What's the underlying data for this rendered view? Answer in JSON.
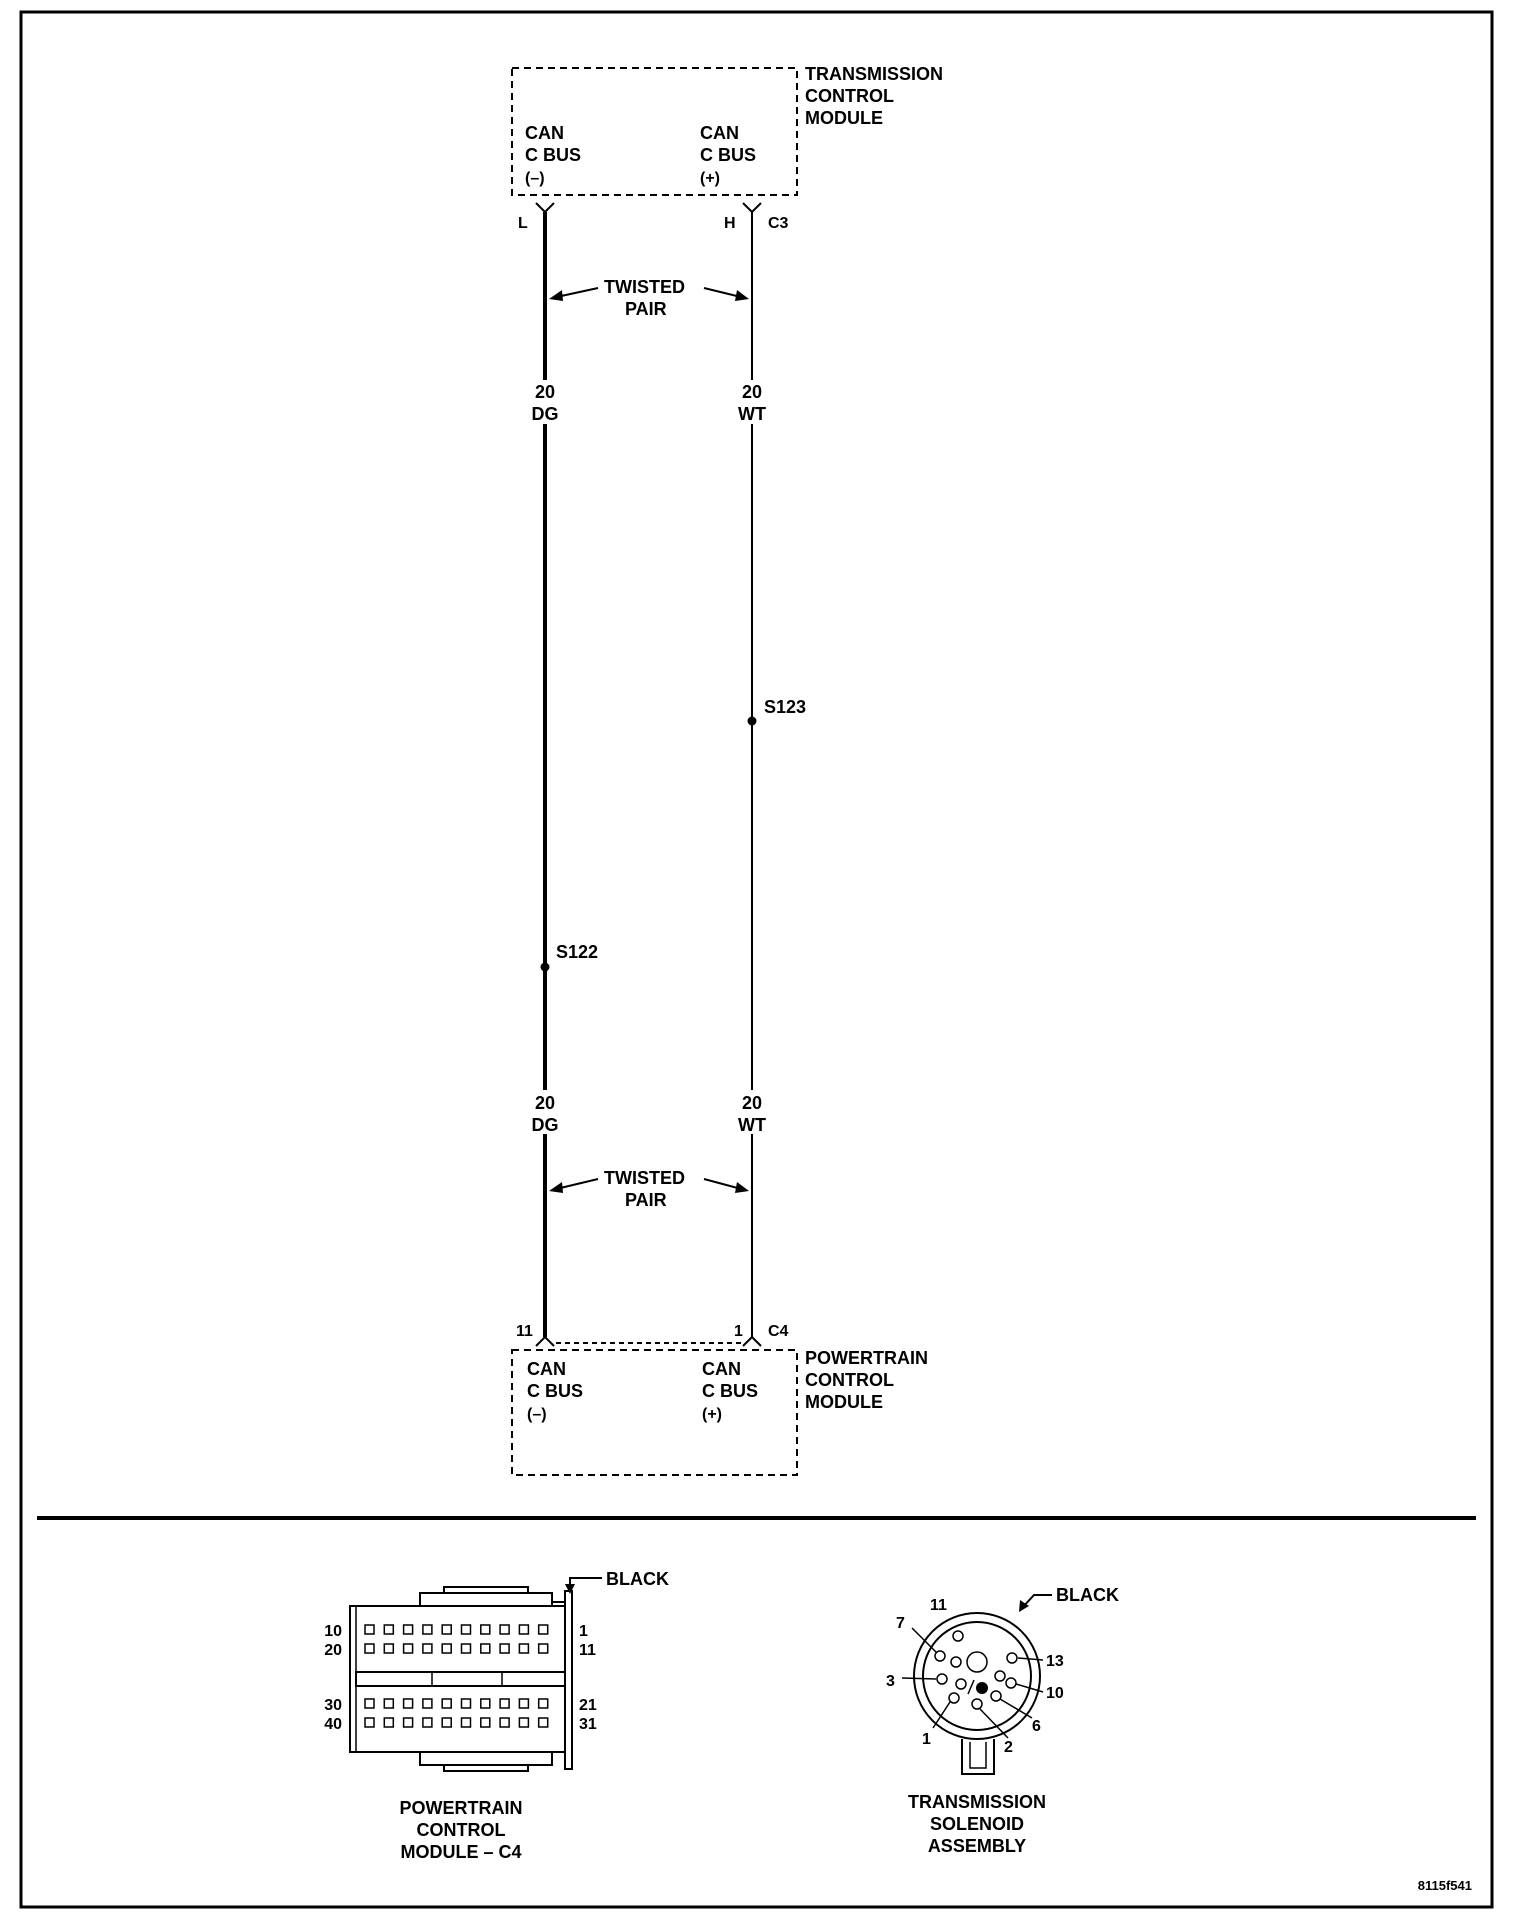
{
  "tcm": {
    "title": [
      "TRANSMISSION",
      "CONTROL",
      "MODULE"
    ],
    "left_label": [
      "CAN",
      "C BUS",
      "(–)"
    ],
    "right_label": [
      "CAN",
      "C BUS",
      "(+)"
    ],
    "pin_left": "L",
    "pin_right": "H",
    "connector": "C3"
  },
  "pcm": {
    "title": [
      "POWERTRAIN",
      "CONTROL",
      "MODULE"
    ],
    "left_label": [
      "CAN",
      "C BUS",
      "(–)"
    ],
    "right_label": [
      "CAN",
      "C BUS",
      "(+)"
    ],
    "pin_left": "11",
    "pin_right": "1",
    "connector": "C4"
  },
  "twisted_pair": [
    "TWISTED",
    "PAIR"
  ],
  "wires": {
    "left": {
      "gauge": "20",
      "color": "DG"
    },
    "right": {
      "gauge": "20",
      "color": "WT"
    }
  },
  "splices": {
    "left": "S122",
    "right": "S123"
  },
  "connector_c4": {
    "color_label": "BLACK",
    "caption": [
      "POWERTRAIN",
      "CONTROL",
      "MODULE – C4"
    ],
    "pin_labels": {
      "r1_left": "10",
      "r2_left": "20",
      "r1_right": "1",
      "r2_right": "11",
      "r3_left": "30",
      "r4_left": "40",
      "r3_right": "21",
      "r4_right": "31"
    }
  },
  "solenoid_connector": {
    "color_label": "BLACK",
    "caption": [
      "TRANSMISSION",
      "SOLENOID",
      "ASSEMBLY"
    ],
    "pins": [
      "11",
      "7",
      "3",
      "1",
      "2",
      "6",
      "10",
      "13"
    ]
  },
  "figure_id": "8115f541"
}
